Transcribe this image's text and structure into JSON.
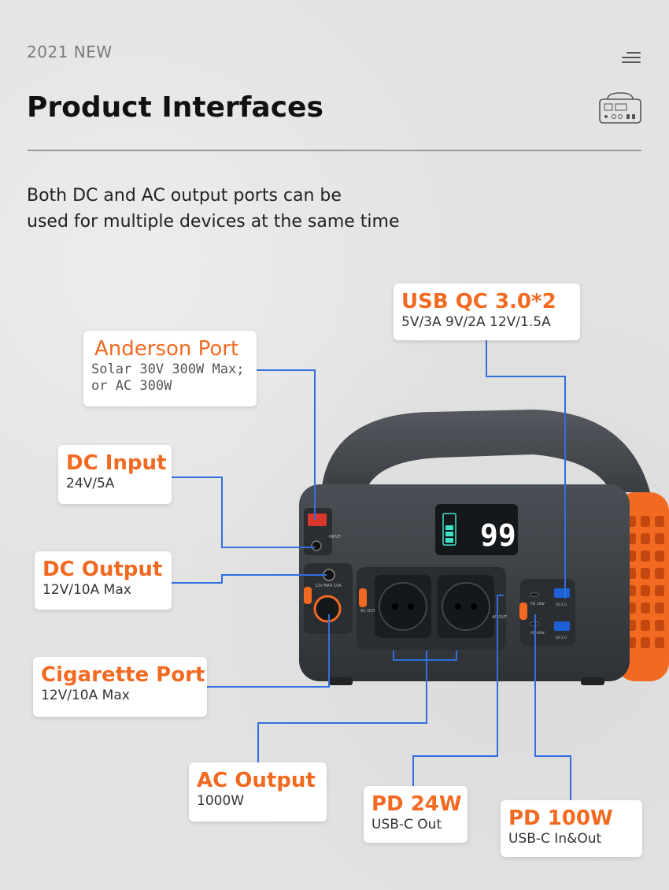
{
  "header": {
    "year_label": "2021 NEW",
    "title": "Product Interfaces",
    "subtitle_line1": "Both DC and AC output ports can be",
    "subtitle_line2": "used for multiple devices at the same time"
  },
  "callouts": {
    "usb_qc": {
      "title": "USB QC 3.0*2",
      "detail": "5V/3A 9V/2A 12V/1.5A"
    },
    "anderson": {
      "title": "Anderson Port",
      "detail_line1": "Solar 30V 300W Max;",
      "detail_line2": "or AC 300W"
    },
    "dc_input": {
      "title": "DC Input",
      "detail": "24V/5A"
    },
    "dc_output": {
      "title": "DC Output",
      "detail": "12V/10A Max"
    },
    "cigarette": {
      "title": "Cigarette Port",
      "detail": "12V/10A Max"
    },
    "ac_output": {
      "title": "AC Output",
      "detail": "1000W"
    },
    "pd24": {
      "title": "PD 24W",
      "detail": "USB-C Out"
    },
    "pd100": {
      "title": "PD 100W",
      "detail": "USB-C In&Out"
    }
  },
  "device": {
    "battery_display": "99",
    "label_input": "INPUT",
    "label_dc": "12V MAX 10A",
    "label_ac_left": "AC OUT",
    "label_ac_right": "AC OUT",
    "label_pd_top": "PD 18W",
    "label_pd_bottom": "PD 60W",
    "label_qc_top": "QC3.0",
    "label_qc_bottom": "QC3.0"
  },
  "colors": {
    "accent": "#f26a21",
    "connector": "#2f6fe0",
    "device_body": "#3b3f44"
  },
  "icons": [
    "menu-icon",
    "power-station-thumbnail-icon",
    "battery-icon"
  ]
}
